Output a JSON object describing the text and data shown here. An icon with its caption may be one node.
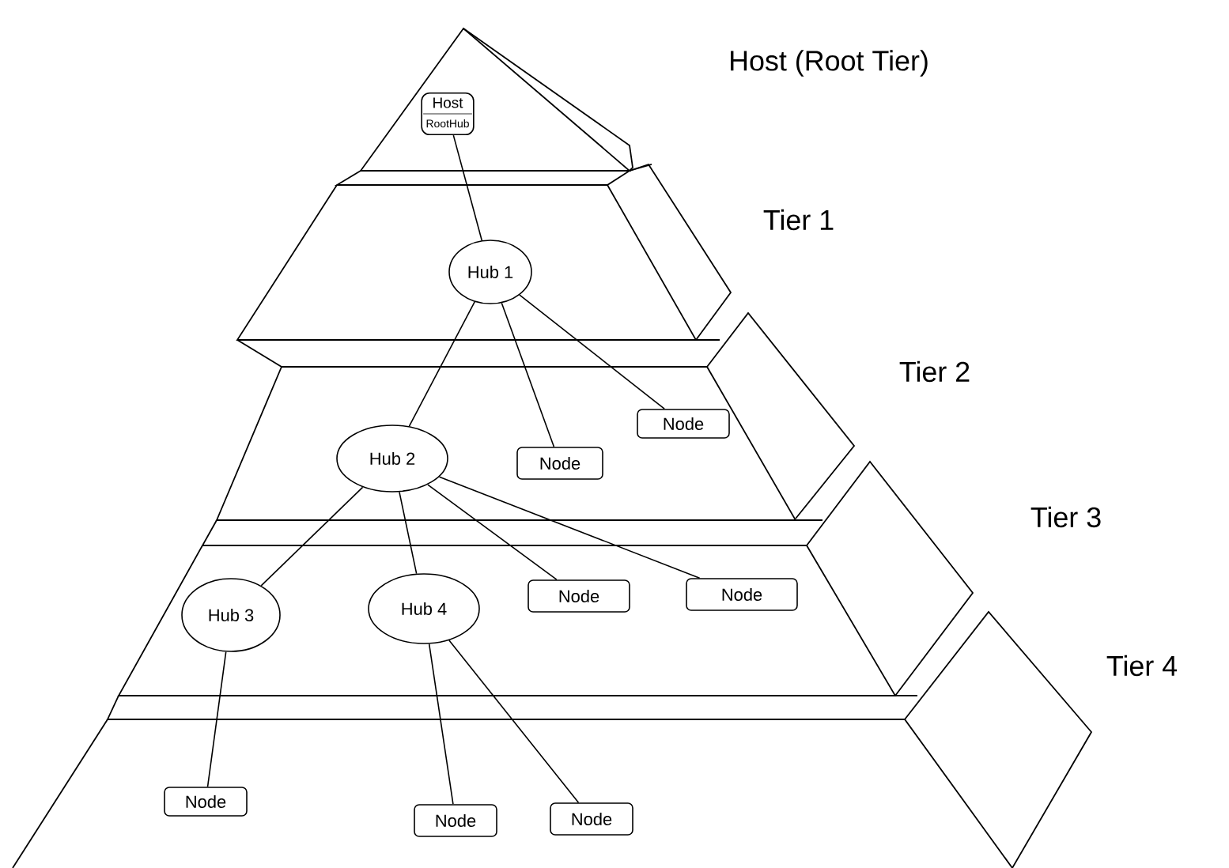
{
  "diagram": {
    "nodes": [
      {
        "text": [
          "Host",
          "RootHub"
        ]
      },
      {
        "text": [
          "Hub 1"
        ]
      },
      {
        "text": [
          "Node"
        ]
      },
      {
        "text": [
          "Node"
        ]
      },
      {
        "text": [
          "Hub 2"
        ]
      },
      {
        "text": [
          "Node"
        ]
      },
      {
        "text": [
          "Node"
        ]
      },
      {
        "text": [
          "Hub 3"
        ]
      },
      {
        "text": [
          "Hub 4"
        ]
      },
      {
        "text": [
          "Node"
        ]
      },
      {
        "text": [
          "Node"
        ]
      },
      {
        "text": [
          "Node"
        ]
      }
    ],
    "edges": [
      {
        "from": 0,
        "to": 1,
        "arrow": "none"
      },
      {
        "from": 1,
        "to": 4,
        "arrow": "none"
      },
      {
        "from": 1,
        "to": 3,
        "arrow": "none"
      },
      {
        "from": 1,
        "to": 2,
        "arrow": "none"
      },
      {
        "from": 4,
        "to": 7,
        "arrow": "none"
      },
      {
        "from": 4,
        "to": 8,
        "arrow": "none"
      },
      {
        "from": 4,
        "to": 5,
        "arrow": "none"
      },
      {
        "from": 4,
        "to": 6,
        "arrow": "none"
      },
      {
        "from": 7,
        "to": 9,
        "arrow": "none"
      },
      {
        "from": 8,
        "to": 10,
        "arrow": "none"
      },
      {
        "from": 8,
        "to": 11,
        "arrow": "none"
      }
    ],
    "labels": [
      "Host (Root Tier)",
      "Tier 1",
      "Tier 2",
      "Tier 3",
      "Tier 4"
    ]
  }
}
